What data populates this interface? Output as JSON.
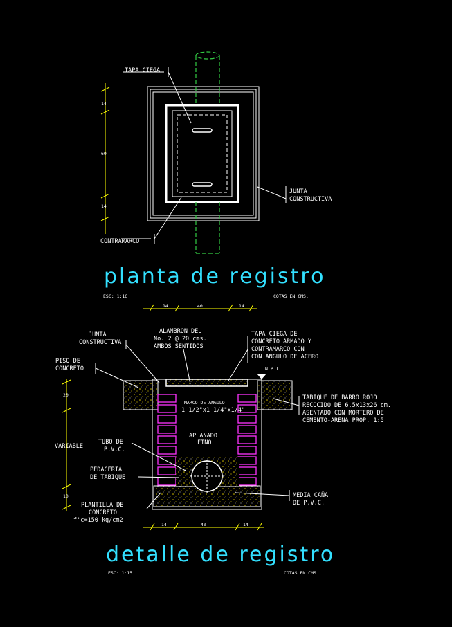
{
  "plan": {
    "title": "planta de registro",
    "scale": "ESC: 1:16",
    "units": "COTAS EN CMS.",
    "labels": {
      "tapa_ciega": "TAPA CIEGA",
      "junta_1": "JUNTA",
      "junta_2": "CONSTRUCTIVA",
      "contramarco": "CONTRAMARCO"
    },
    "dims_vertical": [
      "14",
      "60",
      "14"
    ],
    "dims_horizontal": [
      "14",
      "40",
      "14"
    ]
  },
  "detail": {
    "title": "detalle de registro",
    "scale": "ESC: 1:15",
    "units": "COTAS EN CMS.",
    "labels": {
      "junta_1": "JUNTA",
      "junta_2": "CONSTRUCTIVA",
      "alambron_1": "ALAMBRON DEL",
      "alambron_2": "No. 2 @ 20 cms.",
      "alambron_3": "AMBOS SENTIDOS",
      "tapa_1": "TAPA CIEGA DE",
      "tapa_2": "CONCRETO ARMADO Y",
      "tapa_3": "CONTRAMARCO CON",
      "tapa_4": "CON ANGULO DE ACERO",
      "npt": "N.P.T.",
      "piso_1": "PISO DE",
      "piso_2": "CONCRETO",
      "marco_1": "MARCO DE ANGULO",
      "marco_2": "1 1/2\"x1 1/4\"x1/4\"",
      "aplanado_1": "APLANADO",
      "aplanado_2": "FINO",
      "tabique_1": "TABIQUE DE BARRO ROJO",
      "tabique_2": "RECOCIDO DE 6.5x13x26 cm.",
      "tabique_3": "ASENTADO CON MORTERO DE",
      "tabique_4": "CEMENTO-ARENA PROP. 1:5",
      "tubo_1": "TUBO DE",
      "tubo_2": "P.V.C.",
      "pedaceria_1": "PEDACERIA",
      "pedaceria_2": "DE TABIQUE",
      "plantilla_1": "PLANTILLA DE",
      "plantilla_2": "CONCRETO",
      "plantilla_3": "f'c=150 kg/cm2",
      "media_1": "MEDIA CAÑA",
      "media_2": "DE P.V.C.",
      "variable": "VARIABLE"
    },
    "dims_vertical": [
      "20",
      "10"
    ],
    "dims_horizontal": [
      "14",
      "40",
      "14"
    ]
  },
  "colors": {
    "background": "#000000",
    "title": "#33e0ff",
    "dimension": "#ffff00",
    "pipe": "#33cc44",
    "brick": "#ff33ff",
    "concrete": "#c8b800"
  }
}
